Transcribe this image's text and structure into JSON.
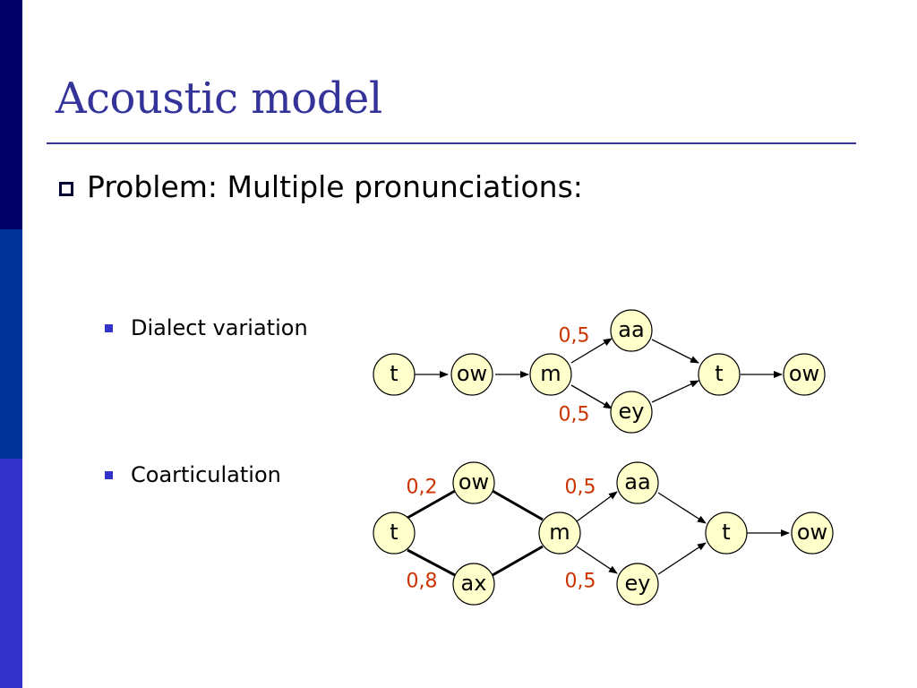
{
  "slide": {
    "title": "Acoustic model",
    "bullet": "Problem: Multiple pronunciations:",
    "sub_bullets": [
      "Dialect variation",
      "Coarticulation"
    ]
  },
  "colors": {
    "title": "#333399",
    "bar_dark": "#000066",
    "bar_mid": "#003399",
    "bar_light": "#3333cc",
    "node_fill": "#ffffcc",
    "probability": "#cc3300",
    "sub_bullet_marker": "#3333cc"
  },
  "diagrams": {
    "dialect": {
      "nodes": {
        "t1": "t",
        "ow1": "ow",
        "m": "m",
        "aa": "aa",
        "ey": "ey",
        "t2": "t",
        "ow2": "ow"
      },
      "probabilities": {
        "to_aa": "0,5",
        "to_ey": "0,5"
      }
    },
    "coarticulation": {
      "nodes": {
        "t1": "t",
        "ow": "ow",
        "ax": "ax",
        "m": "m",
        "aa": "aa",
        "ey": "ey",
        "t2": "t",
        "ow2": "ow"
      },
      "probabilities": {
        "to_ow": "0,2",
        "to_ax": "0,8",
        "to_aa": "0,5",
        "to_ey": "0,5"
      }
    }
  }
}
